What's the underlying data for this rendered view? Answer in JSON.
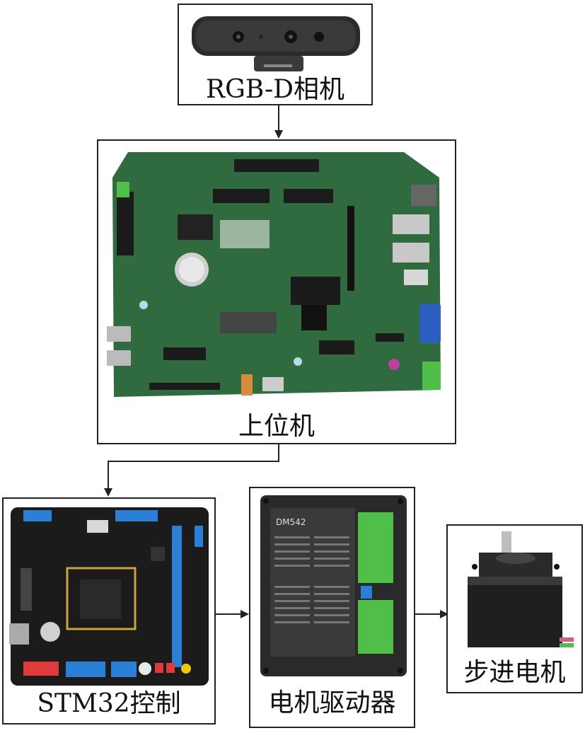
{
  "camera": {
    "label": "RGB-D相机"
  },
  "host": {
    "label": "上位机"
  },
  "stm32": {
    "label": "STM32控制"
  },
  "driver": {
    "label": "电机驱动器",
    "model": "DM542"
  },
  "motor": {
    "label": "步进电机"
  },
  "colors": {
    "pcb_green": "#2f6b3e",
    "pcb_black": "#1b1b1b",
    "driver_black": "#2a2a2a",
    "terminal_green": "#4fbf4a",
    "header_blue": "#2b7fd6",
    "line": "#222222"
  }
}
